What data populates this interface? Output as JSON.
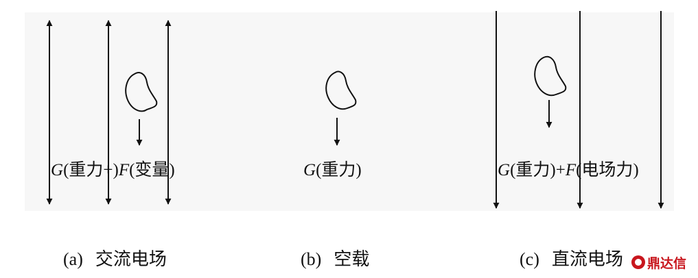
{
  "panels": {
    "a": {
      "force_label": {
        "g": "G",
        "g_text": "(重力+)",
        "f": "F",
        "f_text": "(变量)"
      },
      "caption": {
        "tag": "(a)",
        "text": "交流电场"
      }
    },
    "b": {
      "force_label": {
        "g": "G",
        "g_text": "(重力)"
      },
      "caption": {
        "tag": "(b)",
        "text": "空载"
      }
    },
    "c": {
      "force_label": {
        "g": "G",
        "g_text": "(重力)+",
        "f": "F",
        "f_text": "(电场力)"
      },
      "caption": {
        "tag": "(c)",
        "text": "直流电场"
      }
    }
  },
  "watermark": {
    "text": "鼎达信",
    "color": "#c8161d"
  }
}
